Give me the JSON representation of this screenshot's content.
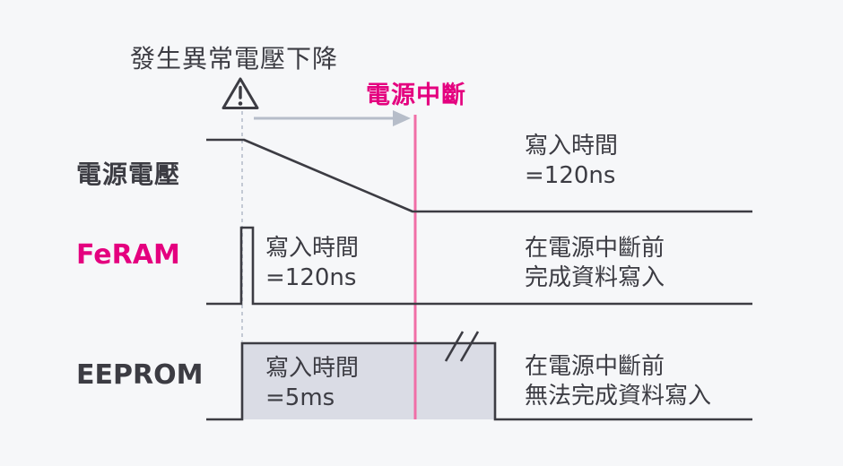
{
  "figure": {
    "kind": "timing-diagram",
    "voltage_drop_label": "發生異常電壓下降",
    "power_cut_label": "電源中斷",
    "warning_icon": "warning-triangle-icon"
  },
  "rows": {
    "power": {
      "label": "電源電壓",
      "write_time_line1": "寫入時間",
      "write_time_line2": "=120ns"
    },
    "feram": {
      "label": "FeRAM",
      "write_time_line1": "寫入時間",
      "write_time_line2": "=120ns",
      "result_line1": "在電源中斷前",
      "result_line2": "完成資料寫入"
    },
    "eeprom": {
      "label": "EEPROM",
      "write_time_line1": "寫入時間",
      "write_time_line2": "=5ms",
      "result_line1": "在電源中斷前",
      "result_line2": "無法完成資料寫入"
    }
  },
  "colors": {
    "background": "#f6f7f9",
    "line_dark": "#3c3c43",
    "magenta_text": "#e4007f",
    "magenta_line": "#f06fa7",
    "arrow_gray": "#b6bdc9",
    "dotted_gray": "#c3c9d4",
    "eeprom_fill": "#dadce5"
  }
}
